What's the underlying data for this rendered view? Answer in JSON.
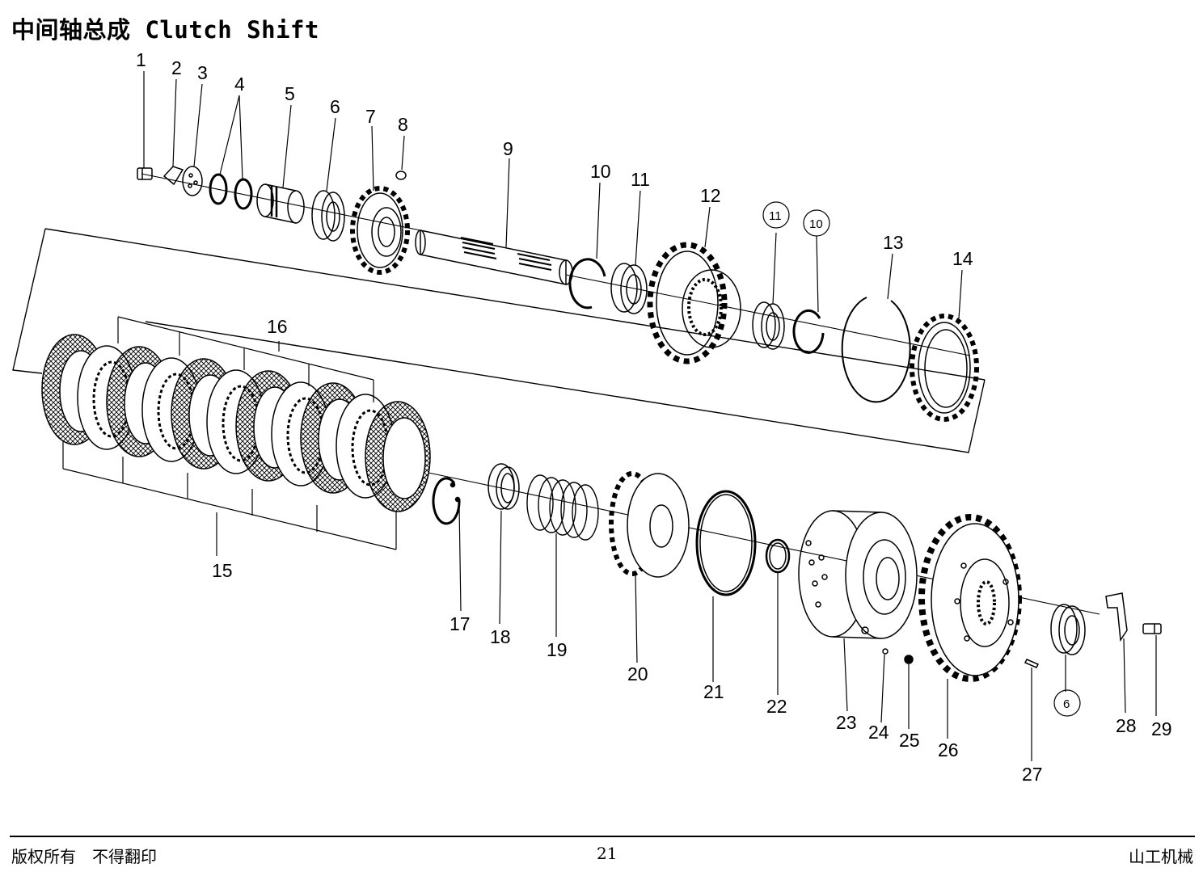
{
  "page": {
    "title": "中间轴总成 Clutch Shift",
    "footer_left": "版权所有　不得翻印",
    "page_number": "21",
    "footer_right": "山工机械"
  },
  "diagram": {
    "part_labels": [
      "1",
      "2",
      "3",
      "4",
      "5",
      "6",
      "7",
      "8",
      "9",
      "10",
      "11",
      "12",
      "13",
      "14",
      "15",
      "16",
      "17",
      "18",
      "19",
      "20",
      "21",
      "22",
      "23",
      "24",
      "25",
      "26",
      "27",
      "28",
      "29"
    ],
    "circled_labels": [
      "11",
      "10",
      "6"
    ]
  }
}
